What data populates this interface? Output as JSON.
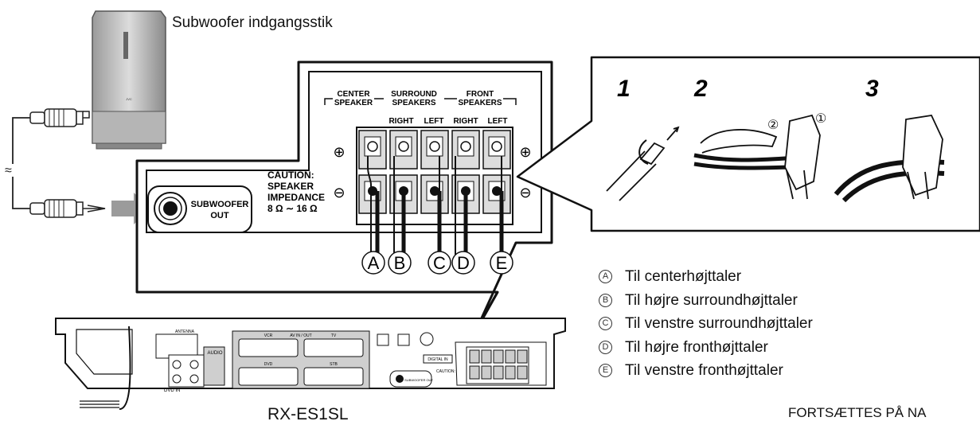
{
  "subwoofer_label": "Subwoofer indgangsstik",
  "panel": {
    "center": [
      "CENTER",
      "SPEAKER"
    ],
    "surround": [
      "SURROUND",
      "SPEAKERS"
    ],
    "front": [
      "FRONT",
      "SPEAKERS"
    ],
    "channels": [
      "RIGHT",
      "LEFT",
      "RIGHT",
      "LEFT"
    ],
    "plus": "⊕",
    "minus": "⊖",
    "caution": [
      "CAUTION:",
      "SPEAKER",
      "IMPEDANCE",
      "8 Ω ∼ 16 Ω"
    ],
    "sub_out": [
      "SUBWOOFER",
      "OUT"
    ],
    "wire_letters": [
      "A",
      "B",
      "C",
      "D",
      "E"
    ]
  },
  "steps": [
    "1",
    "2",
    "3"
  ],
  "substeps": [
    "②",
    "①"
  ],
  "legend": [
    {
      "mark": "A",
      "text": "Til centerhøjttaler"
    },
    {
      "mark": "B",
      "text": "Til højre surroundhøjttaler"
    },
    {
      "mark": "C",
      "text": "Til venstre surroundhøjttaler"
    },
    {
      "mark": "D",
      "text": "Til højre fronthøjttaler"
    },
    {
      "mark": "E",
      "text": "Til venstre fronthøjttaler"
    }
  ],
  "unit": {
    "model": "RX-ES1SL",
    "jvc": "JVC",
    "labels": [
      "AV IN / OUT",
      "VCR",
      "TV",
      "DVD",
      "STB",
      "AUDIO",
      "ANTENNA",
      "DIGITAL IN",
      "DVD IN",
      "SUBWOOFER OUT",
      "CAUTION:"
    ]
  },
  "continued": "FORTSÆTTES PÅ NA"
}
